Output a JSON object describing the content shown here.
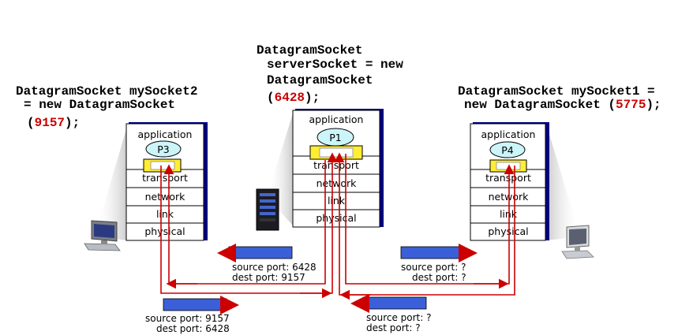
{
  "code": {
    "left_line1": "DatagramSocket mySocket2",
    "left_line2": "= new DatagramSocket",
    "left_port": "9157",
    "left_tail": ");",
    "center_line1": "DatagramSocket",
    "center_line2": "serverSocket = new",
    "center_line3": "DatagramSocket",
    "center_port": "6428",
    "center_tail": ");",
    "right_line1": "DatagramSocket mySocket1 =",
    "right_line2": "new DatagramSocket (",
    "right_port": "5775",
    "right_tail": ");"
  },
  "stacks": {
    "left": {
      "process": "P3",
      "application": "application",
      "transport": "transport",
      "network": "network",
      "link": "link",
      "physical": "physical"
    },
    "center": {
      "process": "P1",
      "application": "application",
      "transport": "transport",
      "network": "network",
      "link": "link",
      "physical": "physical"
    },
    "right": {
      "process": "P4",
      "application": "application",
      "transport": "transport",
      "network": "network",
      "link": "link",
      "physical": "physical"
    }
  },
  "segments": {
    "server_to_left": {
      "src": "source port: 6428",
      "dst": "dest port: 9157"
    },
    "server_to_right": {
      "src": "source port: ?",
      "dst": "dest port: ?"
    },
    "left_to_server": {
      "src": "source port: 9157",
      "dst": "dest port: 6428"
    },
    "right_to_server": {
      "src": "source port: ?",
      "dst": "dest port: ?"
    }
  },
  "colors": {
    "accent_red": "#cc0000",
    "segment_blue": "#3a5fd8",
    "socket_yellow": "#ffee33",
    "process_cyan": "#ccf5fa",
    "stack_shadow": "#000080"
  }
}
